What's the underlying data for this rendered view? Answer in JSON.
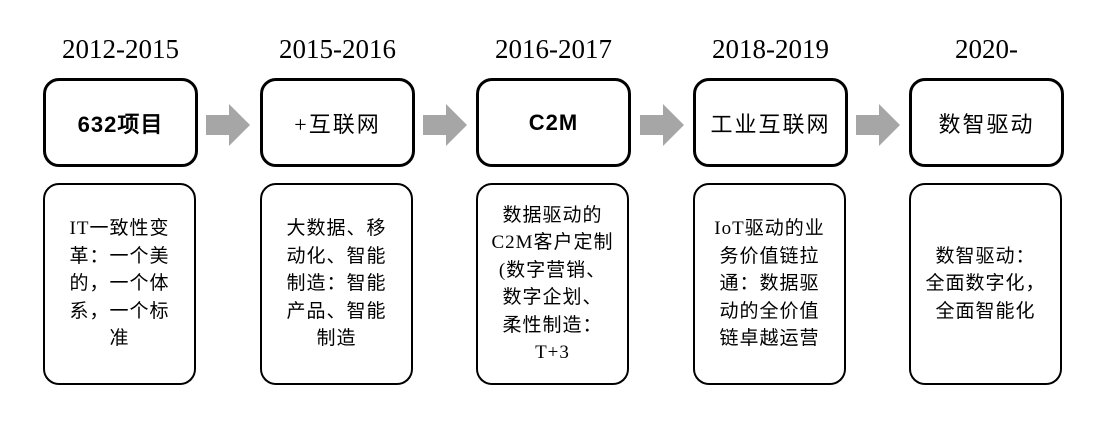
{
  "diagram": {
    "name": "digital-transformation-timeline",
    "arrow_icon": "right-block-arrow",
    "arrow_color": "#a6a6a6",
    "box_border_color": "#000000",
    "background_color": "#ffffff",
    "stages": [
      {
        "year": "2012-2015",
        "title": "632项目",
        "description_lines": [
          "IT一致性变",
          "革：一个美",
          "的，一个体",
          "系，一个标",
          "准"
        ]
      },
      {
        "year": "2015-2016",
        "title": "+互联网",
        "description_lines": [
          "大数据、移",
          "动化、智能",
          "制造：智能",
          "产品、智能",
          "制造"
        ]
      },
      {
        "year": "2016-2017",
        "title": "C2M",
        "description_lines": [
          "数据驱动的",
          "C2M客户定制",
          "(数字营销、",
          "数字企划、",
          "柔性制造：",
          "T+3"
        ]
      },
      {
        "year": "2018-2019",
        "title": "工业互联网",
        "description_lines": [
          "IoT驱动的业",
          "务价值链拉",
          "通：数据驱",
          "动的全价值",
          "链卓越运营"
        ]
      },
      {
        "year": "2020-",
        "title": "数智驱动",
        "description_lines": [
          "数智驱动：",
          "全面数字化，",
          "全面智能化"
        ]
      }
    ]
  }
}
